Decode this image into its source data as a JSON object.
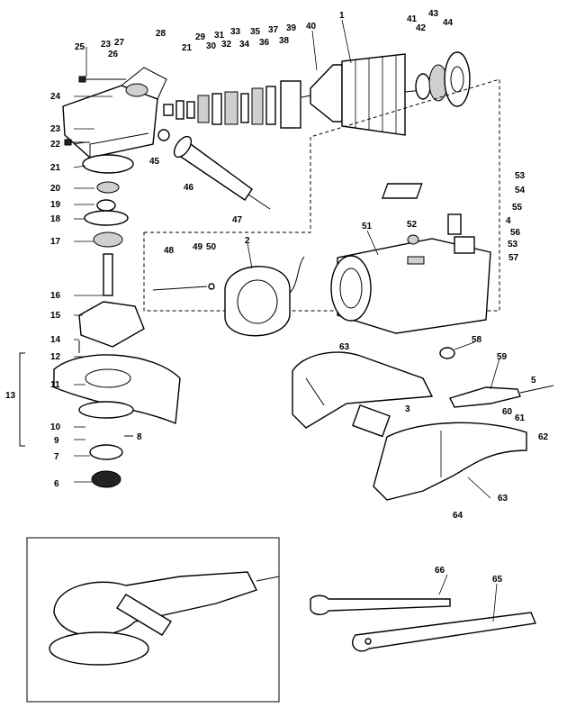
{
  "diagram": {
    "part_labels": [
      "1",
      "2",
      "3",
      "4",
      "5",
      "6",
      "7",
      "8",
      "9",
      "10",
      "11",
      "12",
      "13",
      "14",
      "15",
      "16",
      "17",
      "18",
      "19",
      "20",
      "21",
      "21",
      "22",
      "23",
      "23",
      "24",
      "25",
      "26",
      "27",
      "28",
      "29",
      "30",
      "31",
      "32",
      "33",
      "34",
      "35",
      "36",
      "37",
      "38",
      "39",
      "40",
      "41",
      "42",
      "43",
      "44",
      "45",
      "46",
      "47",
      "48",
      "49",
      "50",
      "51",
      "52",
      "53",
      "53",
      "54",
      "55",
      "56",
      "57",
      "58",
      "59",
      "60",
      "61",
      "62",
      "63",
      "63",
      "64",
      "65",
      "66"
    ]
  }
}
